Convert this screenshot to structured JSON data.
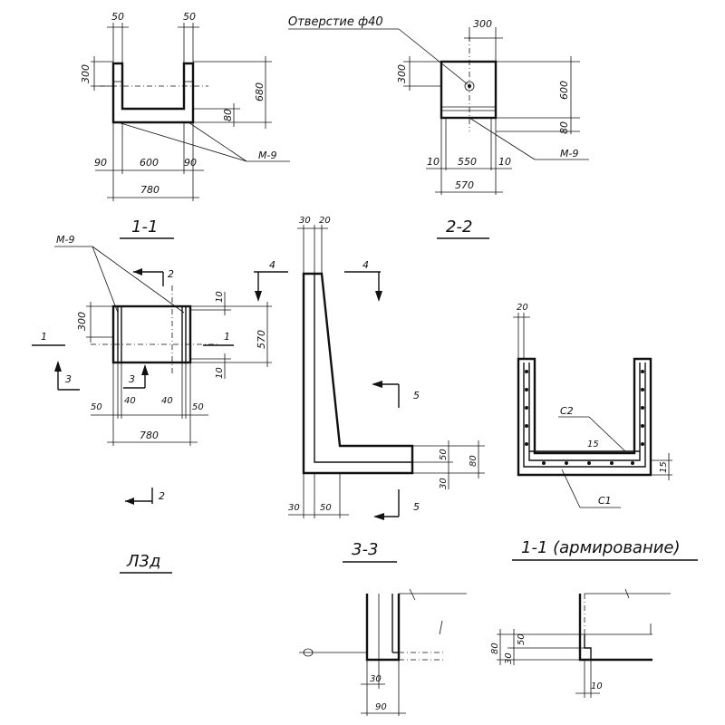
{
  "views": {
    "s1": {
      "title": "1-1",
      "dims": {
        "top_left": "50",
        "top_right": "50",
        "wall_h": "300",
        "total_h": "680",
        "bottom": "80",
        "left": "90",
        "mid": "600",
        "right": "90",
        "total_w": "780"
      },
      "callout": "М-9"
    },
    "s2": {
      "title": "2-2",
      "hole_note": "Отверстие ф40",
      "dims": {
        "top": "300",
        "left_h": "300",
        "right_h": "600",
        "bottom_h": "80",
        "l": "10",
        "mid": "550",
        "r": "10",
        "total": "570"
      },
      "callout": "М-9"
    },
    "plan": {
      "title": "Л3д",
      "callout": "М-9",
      "dims": {
        "left_h": "300",
        "top_small": "10",
        "right_h": "570",
        "bot_small": "10",
        "a": "50",
        "b": "40",
        "c": "40",
        "d": "50",
        "total": "780"
      },
      "marks": {
        "cut1_left": "1",
        "cut1_right": "1",
        "cut2_top": "2",
        "cut2_bot": "2",
        "cut3_left": "3",
        "cut3_mid": "3"
      }
    },
    "s3": {
      "title": "3-3",
      "dims": {
        "top_a": "30",
        "top_b": "20",
        "r50": "50",
        "r80": "80",
        "r30": "30",
        "bot_30": "30",
        "bot_50": "50"
      },
      "marks": {
        "cut4_left": "4",
        "cut4_right": "4",
        "cut5_top": "5",
        "cut5_bot": "5"
      }
    },
    "rebar": {
      "title": "1-1 (армирование)",
      "dims": {
        "top": "20",
        "mid": "15",
        "side": "15"
      },
      "labels": {
        "c2": "С2",
        "c1": "С1"
      }
    },
    "detail_a": {
      "dims": {
        "a": "30",
        "b": "90"
      }
    },
    "detail_b": {
      "dims": {
        "h80": "80",
        "h30": "30",
        "h50": "50",
        "b10": "10"
      }
    }
  }
}
